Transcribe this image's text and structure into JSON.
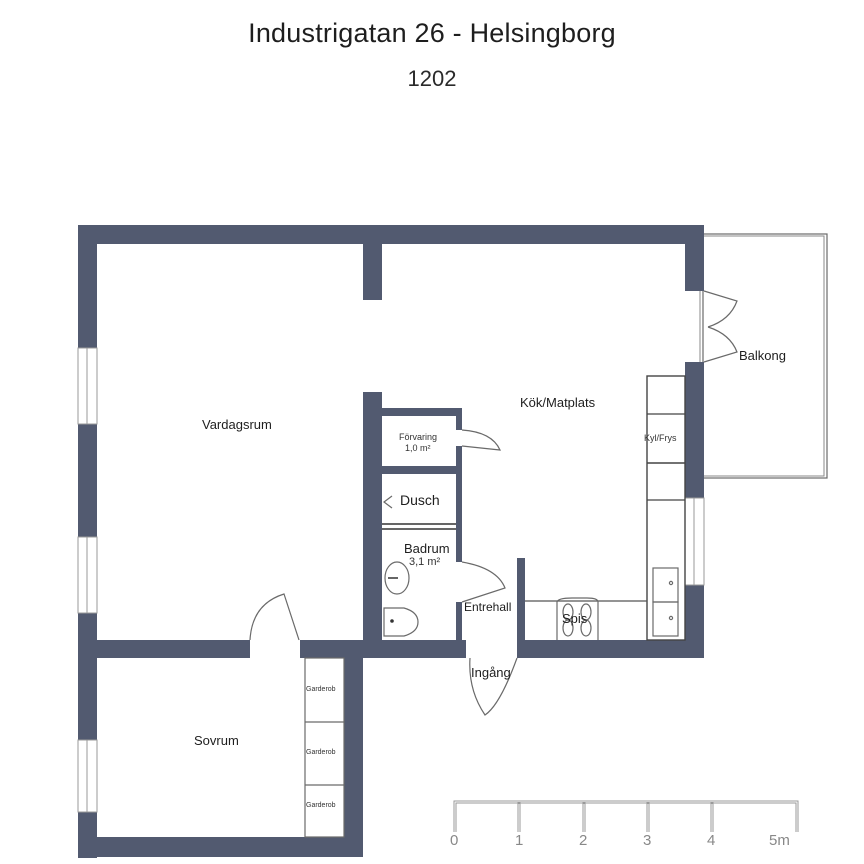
{
  "header": {
    "title": "Industrigatan 26 - Helsingborg",
    "apartment_number": "1202"
  },
  "rooms": {
    "vardagsrum": "Vardagsrum",
    "kok": "Kök/Matplats",
    "balkong": "Balkong",
    "forvaring": "Förvaring",
    "forvaring_area": "1,0 m²",
    "dusch": "Dusch",
    "badrum": "Badrum",
    "badrum_area": "3,1 m²",
    "entrehall": "Entrehall",
    "ingang": "Ingång",
    "sovrum": "Sovrum"
  },
  "fixtures": {
    "kyl_frys": "Kyl/Frys",
    "spis": "Spis",
    "garderob": [
      "Garderob",
      "Garderob",
      "Garderob"
    ]
  },
  "scale": {
    "ticks": [
      "0",
      "1",
      "2",
      "3",
      "4",
      "5m"
    ]
  },
  "colors": {
    "wall": "#525a70",
    "line": "#6a6a6a",
    "background": "#ffffff"
  }
}
